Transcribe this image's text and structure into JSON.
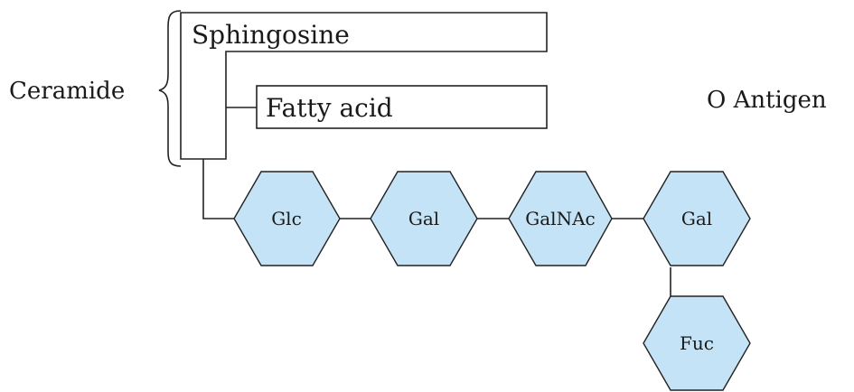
{
  "ceramide_label": "Ceramide",
  "antigen_label": "O Antigen",
  "sphingosine_label": "Sphingosine",
  "fatty_acid_label": "Fatty acid",
  "sugars": [
    {
      "id": "glc",
      "label": "Glc"
    },
    {
      "id": "gal1",
      "label": "Gal"
    },
    {
      "id": "galnac",
      "label": "GalNAc"
    },
    {
      "id": "gal2",
      "label": "Gal"
    },
    {
      "id": "fuc",
      "label": "Fuc"
    }
  ],
  "colors": {
    "sphingosine": "#fbd0e3",
    "fatty_acid": "#fbe9a6",
    "sugar": "#c5e3f6",
    "stroke": "#222222"
  }
}
